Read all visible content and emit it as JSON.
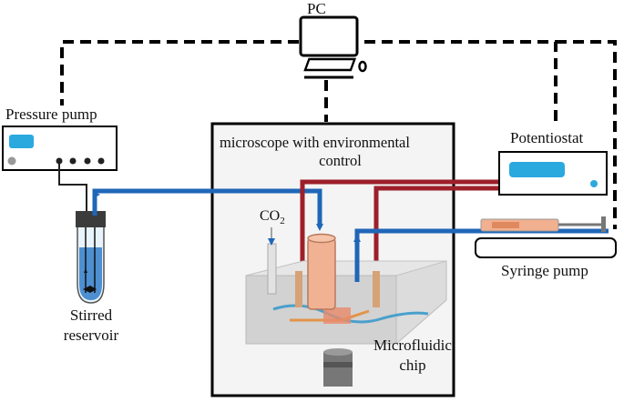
{
  "labels": {
    "pc": "PC",
    "pressure_pump": "Pressure pump",
    "potentiostat": "Potentiostat",
    "microscope_line1": "microscope with environmental",
    "microscope_line2": "control",
    "co2_main": "CO",
    "co2_sub": "2",
    "syringe_pump": "Syringe pump",
    "reservoir_line1": "Stirred",
    "reservoir_line2": "reservoir",
    "chip_line1": "Microfluidic",
    "chip_line2": "chip"
  },
  "colors": {
    "blue_tube": "#1f66b8",
    "red_tube": "#9c1f2a",
    "display": "#2aa9df",
    "chamber": "#f4f4f4",
    "chip": "#d6d6d6",
    "electrode": "#e8a07a"
  },
  "icons": [
    "computer-icon",
    "mouse-icon",
    "objective-lens-icon",
    "syringe-icon"
  ]
}
